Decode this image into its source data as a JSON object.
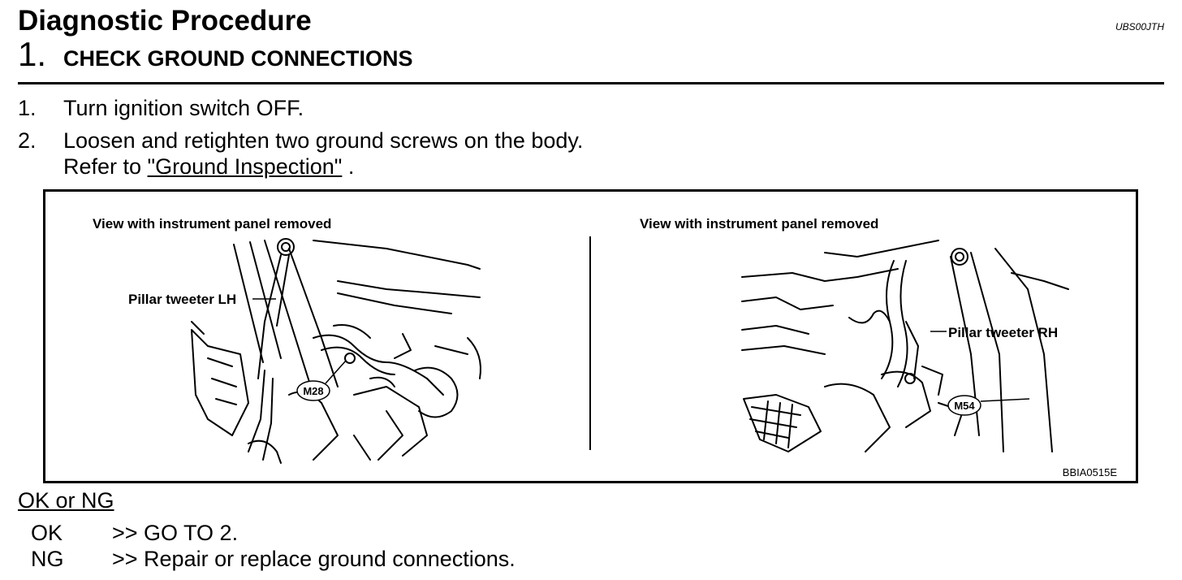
{
  "header": {
    "title": "Diagnostic Procedure",
    "doc_code": "UBS00JTH"
  },
  "step": {
    "number": "1.",
    "title": "CHECK GROUND CONNECTIONS"
  },
  "instructions": [
    {
      "num": "1.",
      "text": "Turn ignition switch OFF."
    },
    {
      "num": "2.",
      "text": "Loosen and retighten two ground screws on the body.",
      "refer_prefix": "Refer to ",
      "refer_link": "\"Ground Inspection\"",
      "refer_suffix": " ."
    }
  ],
  "figure": {
    "left_caption": "View with instrument panel removed",
    "left_label": "Pillar tweeter LH",
    "left_connector": "M28",
    "right_caption": "View with instrument panel removed",
    "right_label": "Pillar tweeter RH",
    "right_connector": "M54",
    "figure_code": "BBIA0515E"
  },
  "result": {
    "title": "OK or NG",
    "items": [
      {
        "key": "OK",
        "value": ">> GO TO 2."
      },
      {
        "key": "NG",
        "value": ">> Repair or replace ground connections."
      }
    ]
  }
}
